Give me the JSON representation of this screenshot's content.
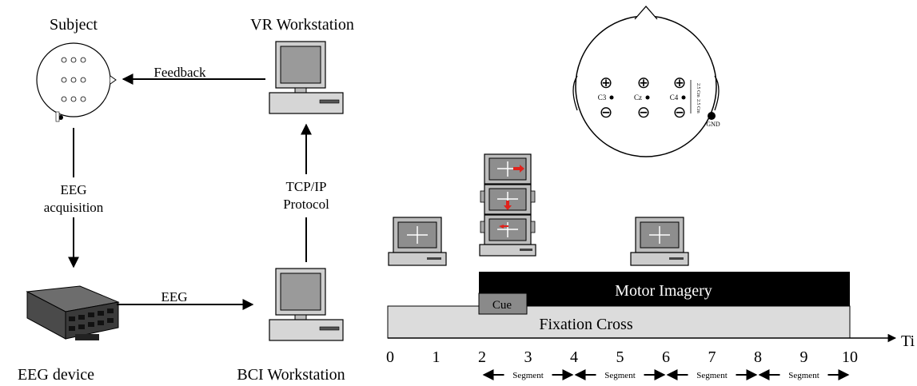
{
  "left_diagram": {
    "subject_label": "Subject",
    "vr_label": "VR Workstation",
    "feedback_label": "Feedback",
    "eeg_acq_line1": "EEG",
    "eeg_acq_line2": "acquisition",
    "tcp_line1": "TCP/IP",
    "tcp_line2": "Protocol",
    "eeg_label": "EEG",
    "eeg_device_label": "EEG device",
    "bci_label": "BCI Workstation"
  },
  "head_map": {
    "electrodes": [
      "C3",
      "Cz",
      "C4"
    ],
    "plus_symbol": "⊕",
    "minus_symbol": "⊖",
    "spacing_label": "2.5 Cm",
    "gnd_label": "GND"
  },
  "timeline": {
    "motor_imagery_label": "Motor Imagery",
    "cue_label": "Cue",
    "fixation_label": "Fixation Cross",
    "axis_label": "Ti",
    "ticks": [
      "0",
      "1",
      "2",
      "3",
      "4",
      "5",
      "6",
      "7",
      "8",
      "9",
      "10"
    ],
    "segment_label": "Segment",
    "segment_count": 4
  }
}
